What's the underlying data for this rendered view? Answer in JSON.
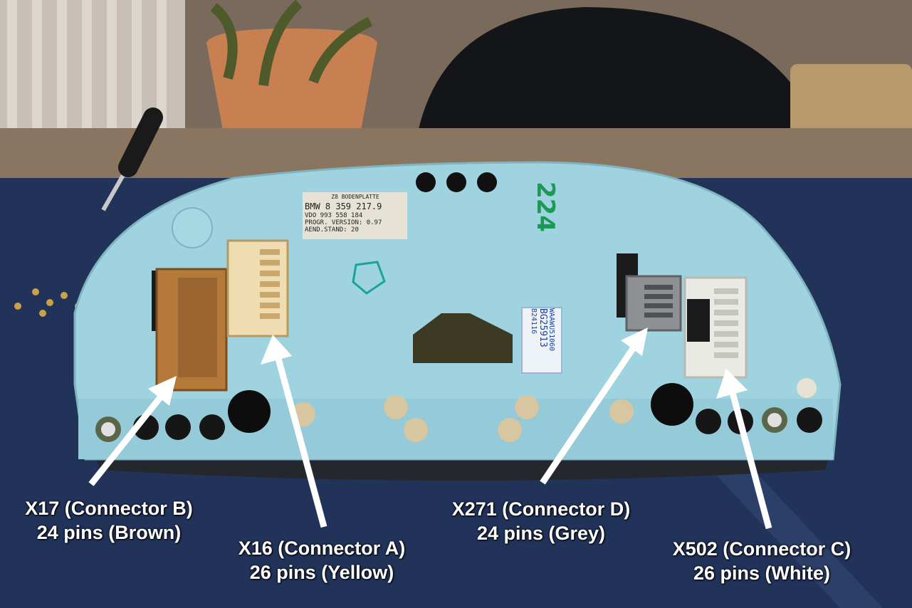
{
  "labels": [
    {
      "line1": "X17 (Connector B)",
      "line2": "24 pins (Brown)"
    },
    {
      "line1": "X16 (Connector A)",
      "line2": "26 pins (Yellow)"
    },
    {
      "line1": "X271 (Connector D)",
      "line2": "24 pins (Grey)"
    },
    {
      "line1": "X502 (Connector C)",
      "line2": "26 pins (White)"
    }
  ],
  "sticker": {
    "header": "Z8 BODENPLATTE",
    "line1": "BMW 8 359 217.9",
    "line2": "VDO 993 558 184",
    "line3": "PROGR. VERSION: 0.97",
    "line4": "AEND.STAND: 20"
  },
  "handwriting": "224",
  "barcode_label": {
    "line1": "WAAWU51060",
    "line2": "BG25913",
    "line3": "B24116"
  },
  "colors": {
    "housing": "#9fd3e0",
    "connector_brown": "#b57a3a",
    "connector_yellow": "#efdcb0",
    "connector_grey": "#8e9093",
    "connector_white": "#eaeae4",
    "arrow": "#ffffff",
    "cloth": "#22335a"
  }
}
